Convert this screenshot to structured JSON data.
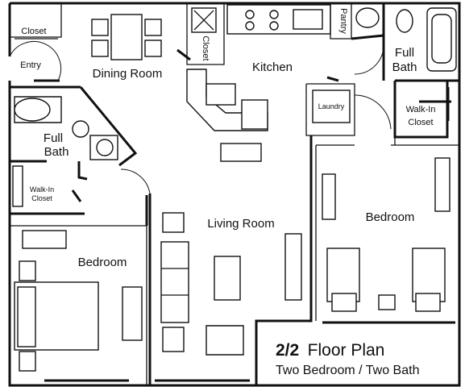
{
  "rooms": {
    "dining": "Dining Room",
    "kitchen": "Kitchen",
    "entry": "Entry",
    "closet_top": "Closet",
    "closet_kitchen": "Closet",
    "pantry": "Pantry",
    "full_bath_right_1": "Full",
    "full_bath_right_2": "Bath",
    "full_bath_left_1": "Full",
    "full_bath_left_2": "Bath",
    "laundry": "Laundry",
    "walkin_right_1": "Walk-In",
    "walkin_right_2": "Closet",
    "walkin_left_1": "Walk-In",
    "walkin_left_2": "Closet",
    "living": "Living Room",
    "bedroom_left": "Bedroom",
    "bedroom_right": "Bedroom"
  },
  "title": {
    "bold": "2/2",
    "rest": "Floor Plan",
    "subtitle": "Two Bedroom / Two Bath"
  }
}
